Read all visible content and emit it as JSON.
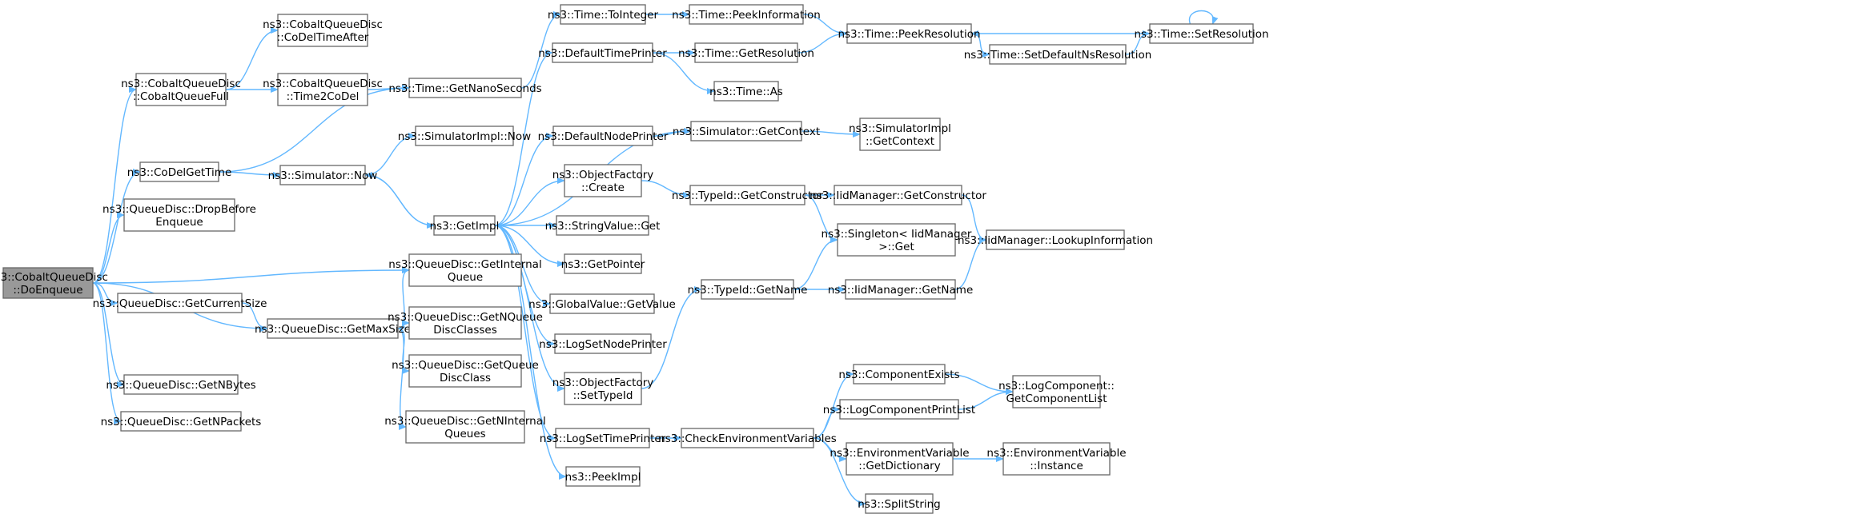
{
  "colors": {
    "edge": "#63b8ff",
    "node_border": "#666666",
    "root_fill": "#999999",
    "background": "#ffffff"
  },
  "nodes": [
    {
      "id": "doenq",
      "lines": [
        "ns3::CobaltQueueDisc",
        "::DoEnqueue"
      ],
      "root": true
    },
    {
      "id": "cobaltfull",
      "lines": [
        "ns3::CobaltQueueDisc",
        "::CobaltQueueFull"
      ]
    },
    {
      "id": "codeltimeafter",
      "lines": [
        "ns3::CobaltQueueDisc",
        "::CoDelTimeAfter"
      ]
    },
    {
      "id": "time2codel",
      "lines": [
        "ns3::CobaltQueueDisc",
        "::Time2CoDel"
      ]
    },
    {
      "id": "codelgettime",
      "lines": [
        "ns3::CoDelGetTime"
      ]
    },
    {
      "id": "dropbefore",
      "lines": [
        "ns3::QueueDisc::DropBefore",
        "Enqueue"
      ]
    },
    {
      "id": "getcursize",
      "lines": [
        "ns3::QueueDisc::GetCurrentSize"
      ]
    },
    {
      "id": "getnbytes",
      "lines": [
        "ns3::QueueDisc::GetNBytes"
      ]
    },
    {
      "id": "getnpackets",
      "lines": [
        "ns3::QueueDisc::GetNPackets"
      ]
    },
    {
      "id": "simnow",
      "lines": [
        "ns3::Simulator::Now"
      ]
    },
    {
      "id": "getmaxsize",
      "lines": [
        "ns3::QueueDisc::GetMaxSize"
      ]
    },
    {
      "id": "getnanosec",
      "lines": [
        "ns3::Time::GetNanoSeconds"
      ]
    },
    {
      "id": "simimplnow",
      "lines": [
        "ns3::SimulatorImpl::Now"
      ]
    },
    {
      "id": "getimpl",
      "lines": [
        "ns3::GetImpl"
      ]
    },
    {
      "id": "getinternalqueue",
      "lines": [
        "ns3::QueueDisc::GetInternal",
        "Queue"
      ]
    },
    {
      "id": "getnqueuedisc",
      "lines": [
        "ns3::QueueDisc::GetNQueue",
        "DiscClasses"
      ]
    },
    {
      "id": "getqueuedisc",
      "lines": [
        "ns3::QueueDisc::GetQueue",
        "DiscClass"
      ]
    },
    {
      "id": "getninternal",
      "lines": [
        "ns3::QueueDisc::GetNInternal",
        "Queues"
      ]
    },
    {
      "id": "tointeger",
      "lines": [
        "ns3::Time::ToInteger"
      ]
    },
    {
      "id": "deftimeprinter",
      "lines": [
        "ns3::DefaultTimePrinter"
      ]
    },
    {
      "id": "defnodeprinter",
      "lines": [
        "ns3::DefaultNodePrinter"
      ]
    },
    {
      "id": "objfactcreate",
      "lines": [
        "ns3::ObjectFactory",
        "::Create"
      ]
    },
    {
      "id": "stringvalueget",
      "lines": [
        "ns3::StringValue::Get"
      ]
    },
    {
      "id": "getpointer",
      "lines": [
        "ns3::GetPointer"
      ]
    },
    {
      "id": "globalvalue",
      "lines": [
        "ns3::GlobalValue::GetValue"
      ]
    },
    {
      "id": "logsetnode",
      "lines": [
        "ns3::LogSetNodePrinter"
      ]
    },
    {
      "id": "objfactsettype",
      "lines": [
        "ns3::ObjectFactory",
        "::SetTypeId"
      ]
    },
    {
      "id": "logsettime",
      "lines": [
        "ns3::LogSetTimePrinter"
      ]
    },
    {
      "id": "peekimpl",
      "lines": [
        "ns3::PeekImpl"
      ]
    },
    {
      "id": "peekinfo",
      "lines": [
        "ns3::Time::PeekInformation"
      ]
    },
    {
      "id": "getresolution",
      "lines": [
        "ns3::Time::GetResolution"
      ]
    },
    {
      "id": "timeas",
      "lines": [
        "ns3::Time::As"
      ]
    },
    {
      "id": "simgetcontext",
      "lines": [
        "ns3::Simulator::GetContext"
      ]
    },
    {
      "id": "typeidgetconstructor",
      "lines": [
        "ns3::TypeId::GetConstructor"
      ]
    },
    {
      "id": "typeidgetname",
      "lines": [
        "ns3::TypeId::GetName"
      ]
    },
    {
      "id": "checkenv",
      "lines": [
        "ns3::CheckEnvironmentVariables"
      ]
    },
    {
      "id": "peekres",
      "lines": [
        "ns3::Time::PeekResolution"
      ]
    },
    {
      "id": "setdefaultns",
      "lines": [
        "ns3::Time::SetDefaultNsResolution"
      ]
    },
    {
      "id": "setres",
      "lines": [
        "ns3::Time::SetResolution"
      ]
    },
    {
      "id": "simimplgetctx",
      "lines": [
        "ns3::SimulatorImpl",
        "::GetContext"
      ]
    },
    {
      "id": "iidgetconstructor",
      "lines": [
        "ns3::IidManager::GetConstructor"
      ]
    },
    {
      "id": "singletonget",
      "lines": [
        "ns3::Singleton< IidManager",
        ">::Get"
      ]
    },
    {
      "id": "iidgetname",
      "lines": [
        "ns3::IidManager::GetName"
      ]
    },
    {
      "id": "iidlookup",
      "lines": [
        "ns3::IidManager::LookupInformation"
      ]
    },
    {
      "id": "compexists",
      "lines": [
        "ns3::ComponentExists"
      ]
    },
    {
      "id": "logcompprint",
      "lines": [
        "ns3::LogComponentPrintList"
      ]
    },
    {
      "id": "envgetdict",
      "lines": [
        "ns3::EnvironmentVariable",
        "::GetDictionary"
      ]
    },
    {
      "id": "splitstring",
      "lines": [
        "ns3::SplitString"
      ]
    },
    {
      "id": "logcompgetlist",
      "lines": [
        "ns3::LogComponent::",
        "GetComponentList"
      ]
    },
    {
      "id": "envinstance",
      "lines": [
        "ns3::EnvironmentVariable",
        "::Instance"
      ]
    }
  ],
  "edges": [
    [
      "doenq",
      "cobaltfull"
    ],
    [
      "doenq",
      "codelgettime"
    ],
    [
      "doenq",
      "dropbefore"
    ],
    [
      "doenq",
      "getinternalqueue"
    ],
    [
      "doenq",
      "getcursize"
    ],
    [
      "doenq",
      "getmaxsize"
    ],
    [
      "doenq",
      "getnbytes"
    ],
    [
      "doenq",
      "getnpackets"
    ],
    [
      "cobaltfull",
      "codeltimeafter"
    ],
    [
      "cobaltfull",
      "time2codel"
    ],
    [
      "time2codel",
      "getnanosec"
    ],
    [
      "codelgettime",
      "getnanosec"
    ],
    [
      "codelgettime",
      "simnow"
    ],
    [
      "getcursize",
      "getmaxsize"
    ],
    [
      "simnow",
      "simimplnow"
    ],
    [
      "simnow",
      "getimpl"
    ],
    [
      "getmaxsize",
      "getinternalqueue"
    ],
    [
      "getmaxsize",
      "getnqueuedisc"
    ],
    [
      "getmaxsize",
      "getqueuedisc"
    ],
    [
      "getmaxsize",
      "getninternal"
    ],
    [
      "getnanosec",
      "tointeger"
    ],
    [
      "tointeger",
      "peekinfo"
    ],
    [
      "peekinfo",
      "peekres"
    ],
    [
      "getimpl",
      "deftimeprinter"
    ],
    [
      "getimpl",
      "defnodeprinter"
    ],
    [
      "getimpl",
      "objfactcreate"
    ],
    [
      "getimpl",
      "stringvalueget"
    ],
    [
      "getimpl",
      "getpointer"
    ],
    [
      "getimpl",
      "globalvalue"
    ],
    [
      "getimpl",
      "logsetnode"
    ],
    [
      "getimpl",
      "objfactsettype"
    ],
    [
      "getimpl",
      "logsettime"
    ],
    [
      "getimpl",
      "peekimpl"
    ],
    [
      "getimpl",
      "simgetcontext"
    ],
    [
      "getimpl",
      "simnow"
    ],
    [
      "deftimeprinter",
      "getresolution"
    ],
    [
      "deftimeprinter",
      "timeas"
    ],
    [
      "getresolution",
      "peekres"
    ],
    [
      "defnodeprinter",
      "simgetcontext"
    ],
    [
      "simgetcontext",
      "simimplgetctx"
    ],
    [
      "objfactcreate",
      "typeidgetconstructor"
    ],
    [
      "typeidgetconstructor",
      "iidgetconstructor"
    ],
    [
      "typeidgetconstructor",
      "singletonget"
    ],
    [
      "iidgetconstructor",
      "iidlookup"
    ],
    [
      "objfactsettype",
      "typeidgetname"
    ],
    [
      "typeidgetname",
      "singletonget"
    ],
    [
      "typeidgetname",
      "iidgetname"
    ],
    [
      "iidgetname",
      "iidlookup"
    ],
    [
      "logsettime",
      "checkenv"
    ],
    [
      "checkenv",
      "compexists"
    ],
    [
      "checkenv",
      "logcompprint"
    ],
    [
      "checkenv",
      "envgetdict"
    ],
    [
      "checkenv",
      "splitstring"
    ],
    [
      "compexists",
      "logcompgetlist"
    ],
    [
      "logcompprint",
      "logcompgetlist"
    ],
    [
      "envgetdict",
      "envinstance"
    ],
    [
      "peekres",
      "setdefaultns"
    ],
    [
      "setdefaultns",
      "setres"
    ],
    [
      "setres",
      "peekres"
    ],
    [
      "setres",
      "setres"
    ]
  ]
}
